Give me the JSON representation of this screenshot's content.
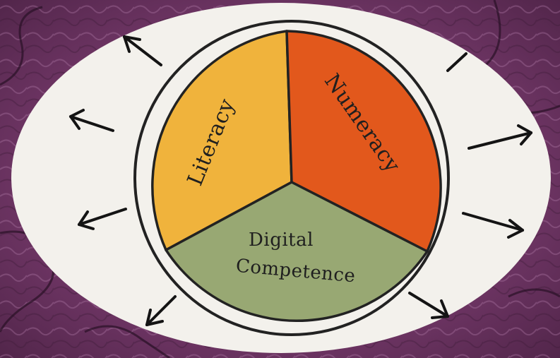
{
  "diagram": {
    "segments": [
      {
        "id": "literacy",
        "label": "Literacy",
        "color": "#f0b33c"
      },
      {
        "id": "numeracy",
        "label": "Numeracy",
        "color": "#e2581c"
      },
      {
        "id": "digital",
        "label_line1": "Digital",
        "label_line2": "Competence",
        "color": "#98a873"
      }
    ],
    "background": {
      "color": "#7a3f72",
      "oval_color": "#f3f1ec"
    }
  }
}
